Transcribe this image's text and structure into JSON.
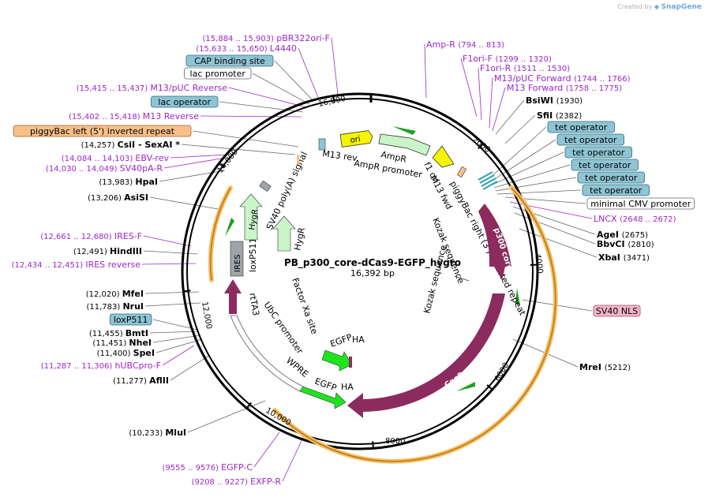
{
  "header": {
    "created_by": "Created by",
    "brand_name": "SnapGene"
  },
  "plasmid": {
    "name": "PB_p300_core-dCas9-EGFP_hygro",
    "length_label": "16,392 bp"
  },
  "ticks": [
    {
      "label": "2000"
    },
    {
      "label": "4000"
    },
    {
      "label": "6000"
    },
    {
      "label": "8000"
    },
    {
      "label": "10,000"
    },
    {
      "label": "12,000"
    },
    {
      "label": "14,000"
    },
    {
      "label": "16,000"
    }
  ],
  "left_labels": [
    {
      "kind": "primer",
      "range": "(15,884 .. 15,903)",
      "name": "pBR322ori-F"
    },
    {
      "kind": "primer",
      "range": "(15,633 .. 15,650)",
      "name": "L4440"
    },
    {
      "kind": "box_blue",
      "name": "CAP binding site"
    },
    {
      "kind": "box_white",
      "name": "lac promoter"
    },
    {
      "kind": "primer",
      "range": "(15,415 .. 15,437)",
      "name": "M13/pUC Reverse"
    },
    {
      "kind": "box_blue",
      "name": "lac operator"
    },
    {
      "kind": "primer",
      "range": "(15,402 .. 15,418)",
      "name": "M13 Reverse"
    },
    {
      "kind": "box_orange",
      "name": "piggyBac left (5') inverted repeat"
    },
    {
      "kind": "enzyme",
      "range": "(14,257)",
      "name": "CsiI  -  SexAI *"
    },
    {
      "kind": "primer",
      "range": "(14,084 .. 14,103)",
      "name": "EBV-rev"
    },
    {
      "kind": "primer",
      "range": "(14,030 .. 14,049)",
      "name": "SV40pA-R"
    },
    {
      "kind": "enzyme",
      "range": "(13,983)",
      "name": "HpaI"
    },
    {
      "kind": "enzyme",
      "range": "(13,206)",
      "name": "AsiSI"
    },
    {
      "kind": "primer",
      "range": "(12,661 .. 12,680)",
      "name": "IRES-F"
    },
    {
      "kind": "enzyme",
      "range": "(12,491)",
      "name": "HindIII"
    },
    {
      "kind": "primer",
      "range": "(12,434 .. 12,451)",
      "name": "IRES reverse"
    },
    {
      "kind": "enzyme",
      "range": "(12,020)",
      "name": "MfeI"
    },
    {
      "kind": "enzyme",
      "range": "(11,783)",
      "name": "NruI"
    },
    {
      "kind": "box_blue",
      "name": "loxP511"
    },
    {
      "kind": "enzyme",
      "range": "(11,455)",
      "name": "BmtI"
    },
    {
      "kind": "enzyme",
      "range": "(11,451)",
      "name": "NheI"
    },
    {
      "kind": "enzyme",
      "range": "(11,400)",
      "name": "SpeI"
    },
    {
      "kind": "primer",
      "range": "(11,287 .. 11,306)",
      "name": "hUBCpro-F"
    },
    {
      "kind": "enzyme",
      "range": "(11,277)",
      "name": "AflII"
    },
    {
      "kind": "enzyme",
      "range": "(10,233)",
      "name": "MluI"
    },
    {
      "kind": "primer",
      "range": "(9555 .. 9576)",
      "name": "EGFP-C"
    },
    {
      "kind": "primer",
      "range": "(9208 .. 9227)",
      "name": "EXFP-R"
    }
  ],
  "right_labels": [
    {
      "kind": "primer",
      "name": "Amp-R",
      "range": "(794 .. 813)"
    },
    {
      "kind": "primer",
      "name": "F1ori-F",
      "range": "(1299 .. 1320)"
    },
    {
      "kind": "primer",
      "name": "F1ori-R",
      "range": "(1511 .. 1530)"
    },
    {
      "kind": "primer",
      "name": "M13/pUC Forward",
      "range": "(1744 .. 1766)"
    },
    {
      "kind": "primer",
      "name": "M13 Forward",
      "range": "(1758 .. 1775)"
    },
    {
      "kind": "enzyme",
      "name": "BsiWI",
      "range": "(1930)"
    },
    {
      "kind": "enzyme",
      "name": "SfiI",
      "range": "(2382)"
    },
    {
      "kind": "box_blue",
      "name": "tet operator"
    },
    {
      "kind": "box_blue",
      "name": "tet operator"
    },
    {
      "kind": "box_blue",
      "name": "tet operator"
    },
    {
      "kind": "box_blue",
      "name": "tet operator"
    },
    {
      "kind": "box_blue",
      "name": "tet operator"
    },
    {
      "kind": "box_blue",
      "name": "tet operator"
    },
    {
      "kind": "box_white",
      "name": "minimal CMV promoter"
    },
    {
      "kind": "primer",
      "name": "LNCX",
      "range": "(2648 .. 2672)"
    },
    {
      "kind": "enzyme",
      "name": "AgeI",
      "range": "(2675)"
    },
    {
      "kind": "enzyme",
      "name": "BbvCI",
      "range": "(2810)"
    },
    {
      "kind": "enzyme",
      "name": "XbaI",
      "range": "(3471)"
    },
    {
      "kind": "box_pink",
      "name": "SV40 NLS"
    },
    {
      "kind": "enzyme",
      "name": "MreI",
      "range": "(5212)"
    }
  ],
  "inner_features": {
    "ori": "ori",
    "ampr_promoter": "AmpR promoter",
    "ampr": "AmpR",
    "m13_rev": "M13 rev",
    "f1_ori": "f1 ori",
    "m13_fwd": "M13 fwd",
    "pb_right": "piggyBac right (3') inverted repeat",
    "p300": "p300 core",
    "cas9": "Cas9",
    "kozak1": "Kozak sequence",
    "kozak2": "Kozak sequence",
    "egfp_outer": "EGFP",
    "ha_outer": "HA",
    "egfp_inner": "EGFP",
    "ha_inner": "HA",
    "wpre": "WPRE",
    "factor_xa": "Factor Xa site",
    "ubc": "UbC promoter",
    "rtta3": "rtTA3",
    "ires": "IRES",
    "loxp511_inner": "loxP511",
    "hygr_outer": "HygR",
    "hygr_inner": "HygR",
    "sv40_polya": "SV40 poly(A) signal"
  },
  "colors": {
    "primer": "#9b27c9",
    "cas9": "#8b2b5e",
    "egfp": "#1ee41e",
    "ori": "#f5f500",
    "ampr": "#c9f5c9",
    "blue_box": "#8fc4d4",
    "orange_box": "#f7c08a",
    "pink_box": "#f2b6c9",
    "orf_highlight": "#f6c46d"
  }
}
